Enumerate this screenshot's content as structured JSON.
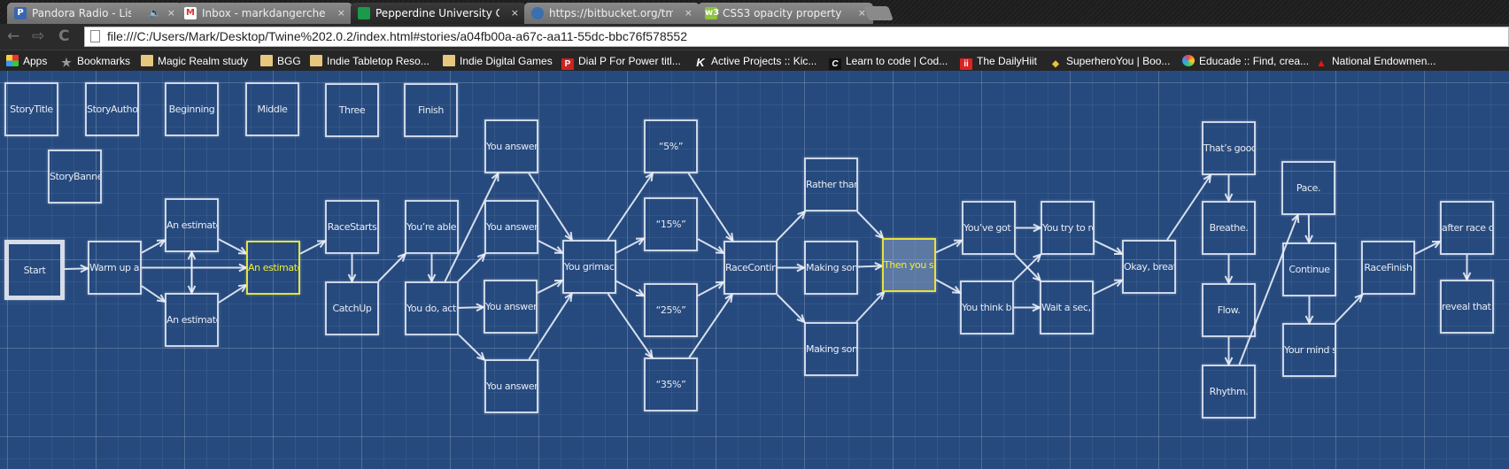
{
  "browser": {
    "tabs": [
      {
        "title": "Pandora Radio - Listen to Free Internet Radio",
        "icon": "pandora-icon",
        "color": "#3a66b0",
        "glyph": "P",
        "audio": true
      },
      {
        "title": "Inbox - markdangerchen@",
        "icon": "gmail-icon",
        "color": "#ffffff",
        "glyph": "M"
      },
      {
        "title": "Pepperdine University Coa",
        "icon": "pepperdine-icon",
        "color": "#1a9a4a",
        "glyph": "",
        "active": true
      },
      {
        "title": "https://bitbucket.org/tme",
        "icon": "bitbucket-icon",
        "color": "#3a6fb0",
        "glyph": ""
      },
      {
        "title": "CSS3 opacity property",
        "icon": "w3schools-icon",
        "color": "#8cc43c",
        "glyph": "w3"
      }
    ],
    "close_glyph": "×",
    "audio_glyph": "🔈",
    "url": "file:///C:/Users/Mark/Desktop/Twine%202.0.2/index.html#stories/a04fb00a-a67c-aa11-55dc-bbc76f578552",
    "nav": {
      "back": "←",
      "forward": "⇨",
      "reload": "C"
    },
    "bookmarks": [
      {
        "label": "Apps",
        "icon": "apps-grid-icon"
      },
      {
        "label": "Bookmarks",
        "icon": "star-icon"
      },
      {
        "label": "Magic Realm study",
        "icon": "folder-icon"
      },
      {
        "label": "BGG",
        "icon": "folder-icon"
      },
      {
        "label": "Indie Tabletop Reso...",
        "icon": "folder-icon"
      },
      {
        "label": "Indie Digital Games",
        "icon": "folder-icon"
      },
      {
        "label": "Dial P For Power titl...",
        "icon": "dialp-icon"
      },
      {
        "label": "Active Projects :: Kic...",
        "icon": "kickstarter-icon"
      },
      {
        "label": "Learn to code | Cod...",
        "icon": "codecademy-icon"
      },
      {
        "label": "The DailyHiit",
        "icon": "dailyhiit-icon"
      },
      {
        "label": "SuperheroYou | Boo...",
        "icon": "superhero-icon"
      },
      {
        "label": "Educade :: Find, crea...",
        "icon": "educade-icon"
      },
      {
        "label": "National Endowmen...",
        "icon": "triangle-icon"
      }
    ]
  },
  "story_map": {
    "background": "#264a7e",
    "highlight": "#e6e23a",
    "passages": [
      "StoryTitle",
      "StoryAuthor",
      "Beginning",
      "Middle",
      "Three",
      "Finish",
      "StoryBanner",
      "Start",
      "Warm up an",
      "An estimate",
      "An estimate",
      "An estimate",
      "RaceStarts",
      "CatchUp",
      "You’re able t",
      "You do, actu",
      "You answer “",
      "You answer “",
      "You answer “",
      "You answer “",
      "You grimace",
      "“5%”",
      "“15%”",
      "“25%”",
      "“35%”",
      "RaceContinu",
      "Rather than",
      "Making som",
      "Making som",
      "Then you sp",
      "You’ve got to",
      "You think ba",
      "You try to re",
      "Wait a sec, y",
      "Okay, breath",
      "That’s good,",
      "Breathe.",
      "Flow.",
      "Rhythm.",
      "Pace.",
      "Continue",
      "Your mind st",
      "RaceFinish",
      "after race ce",
      "reveal that t"
    ],
    "links": [
      [
        7,
        8
      ],
      [
        8,
        9
      ],
      [
        8,
        10
      ],
      [
        8,
        11
      ],
      [
        9,
        10
      ],
      [
        10,
        9
      ],
      [
        9,
        11
      ],
      [
        10,
        11
      ],
      [
        11,
        12
      ],
      [
        12,
        13
      ],
      [
        13,
        14
      ],
      [
        14,
        15
      ],
      [
        15,
        16
      ],
      [
        15,
        17
      ],
      [
        15,
        18
      ],
      [
        15,
        19
      ],
      [
        16,
        20
      ],
      [
        17,
        20
      ],
      [
        18,
        20
      ],
      [
        19,
        20
      ],
      [
        20,
        21
      ],
      [
        20,
        22
      ],
      [
        20,
        23
      ],
      [
        20,
        24
      ],
      [
        21,
        25
      ],
      [
        22,
        25
      ],
      [
        23,
        25
      ],
      [
        24,
        25
      ],
      [
        25,
        26
      ],
      [
        25,
        27
      ],
      [
        25,
        28
      ],
      [
        26,
        29
      ],
      [
        27,
        29
      ],
      [
        28,
        29
      ],
      [
        29,
        30
      ],
      [
        29,
        31
      ],
      [
        30,
        32
      ],
      [
        30,
        33
      ],
      [
        31,
        32
      ],
      [
        31,
        33
      ],
      [
        32,
        34
      ],
      [
        33,
        34
      ],
      [
        34,
        35
      ],
      [
        35,
        36
      ],
      [
        36,
        37
      ],
      [
        37,
        38
      ],
      [
        38,
        39
      ],
      [
        39,
        40
      ],
      [
        40,
        41
      ],
      [
        41,
        42
      ],
      [
        42,
        43
      ],
      [
        43,
        44
      ]
    ]
  }
}
